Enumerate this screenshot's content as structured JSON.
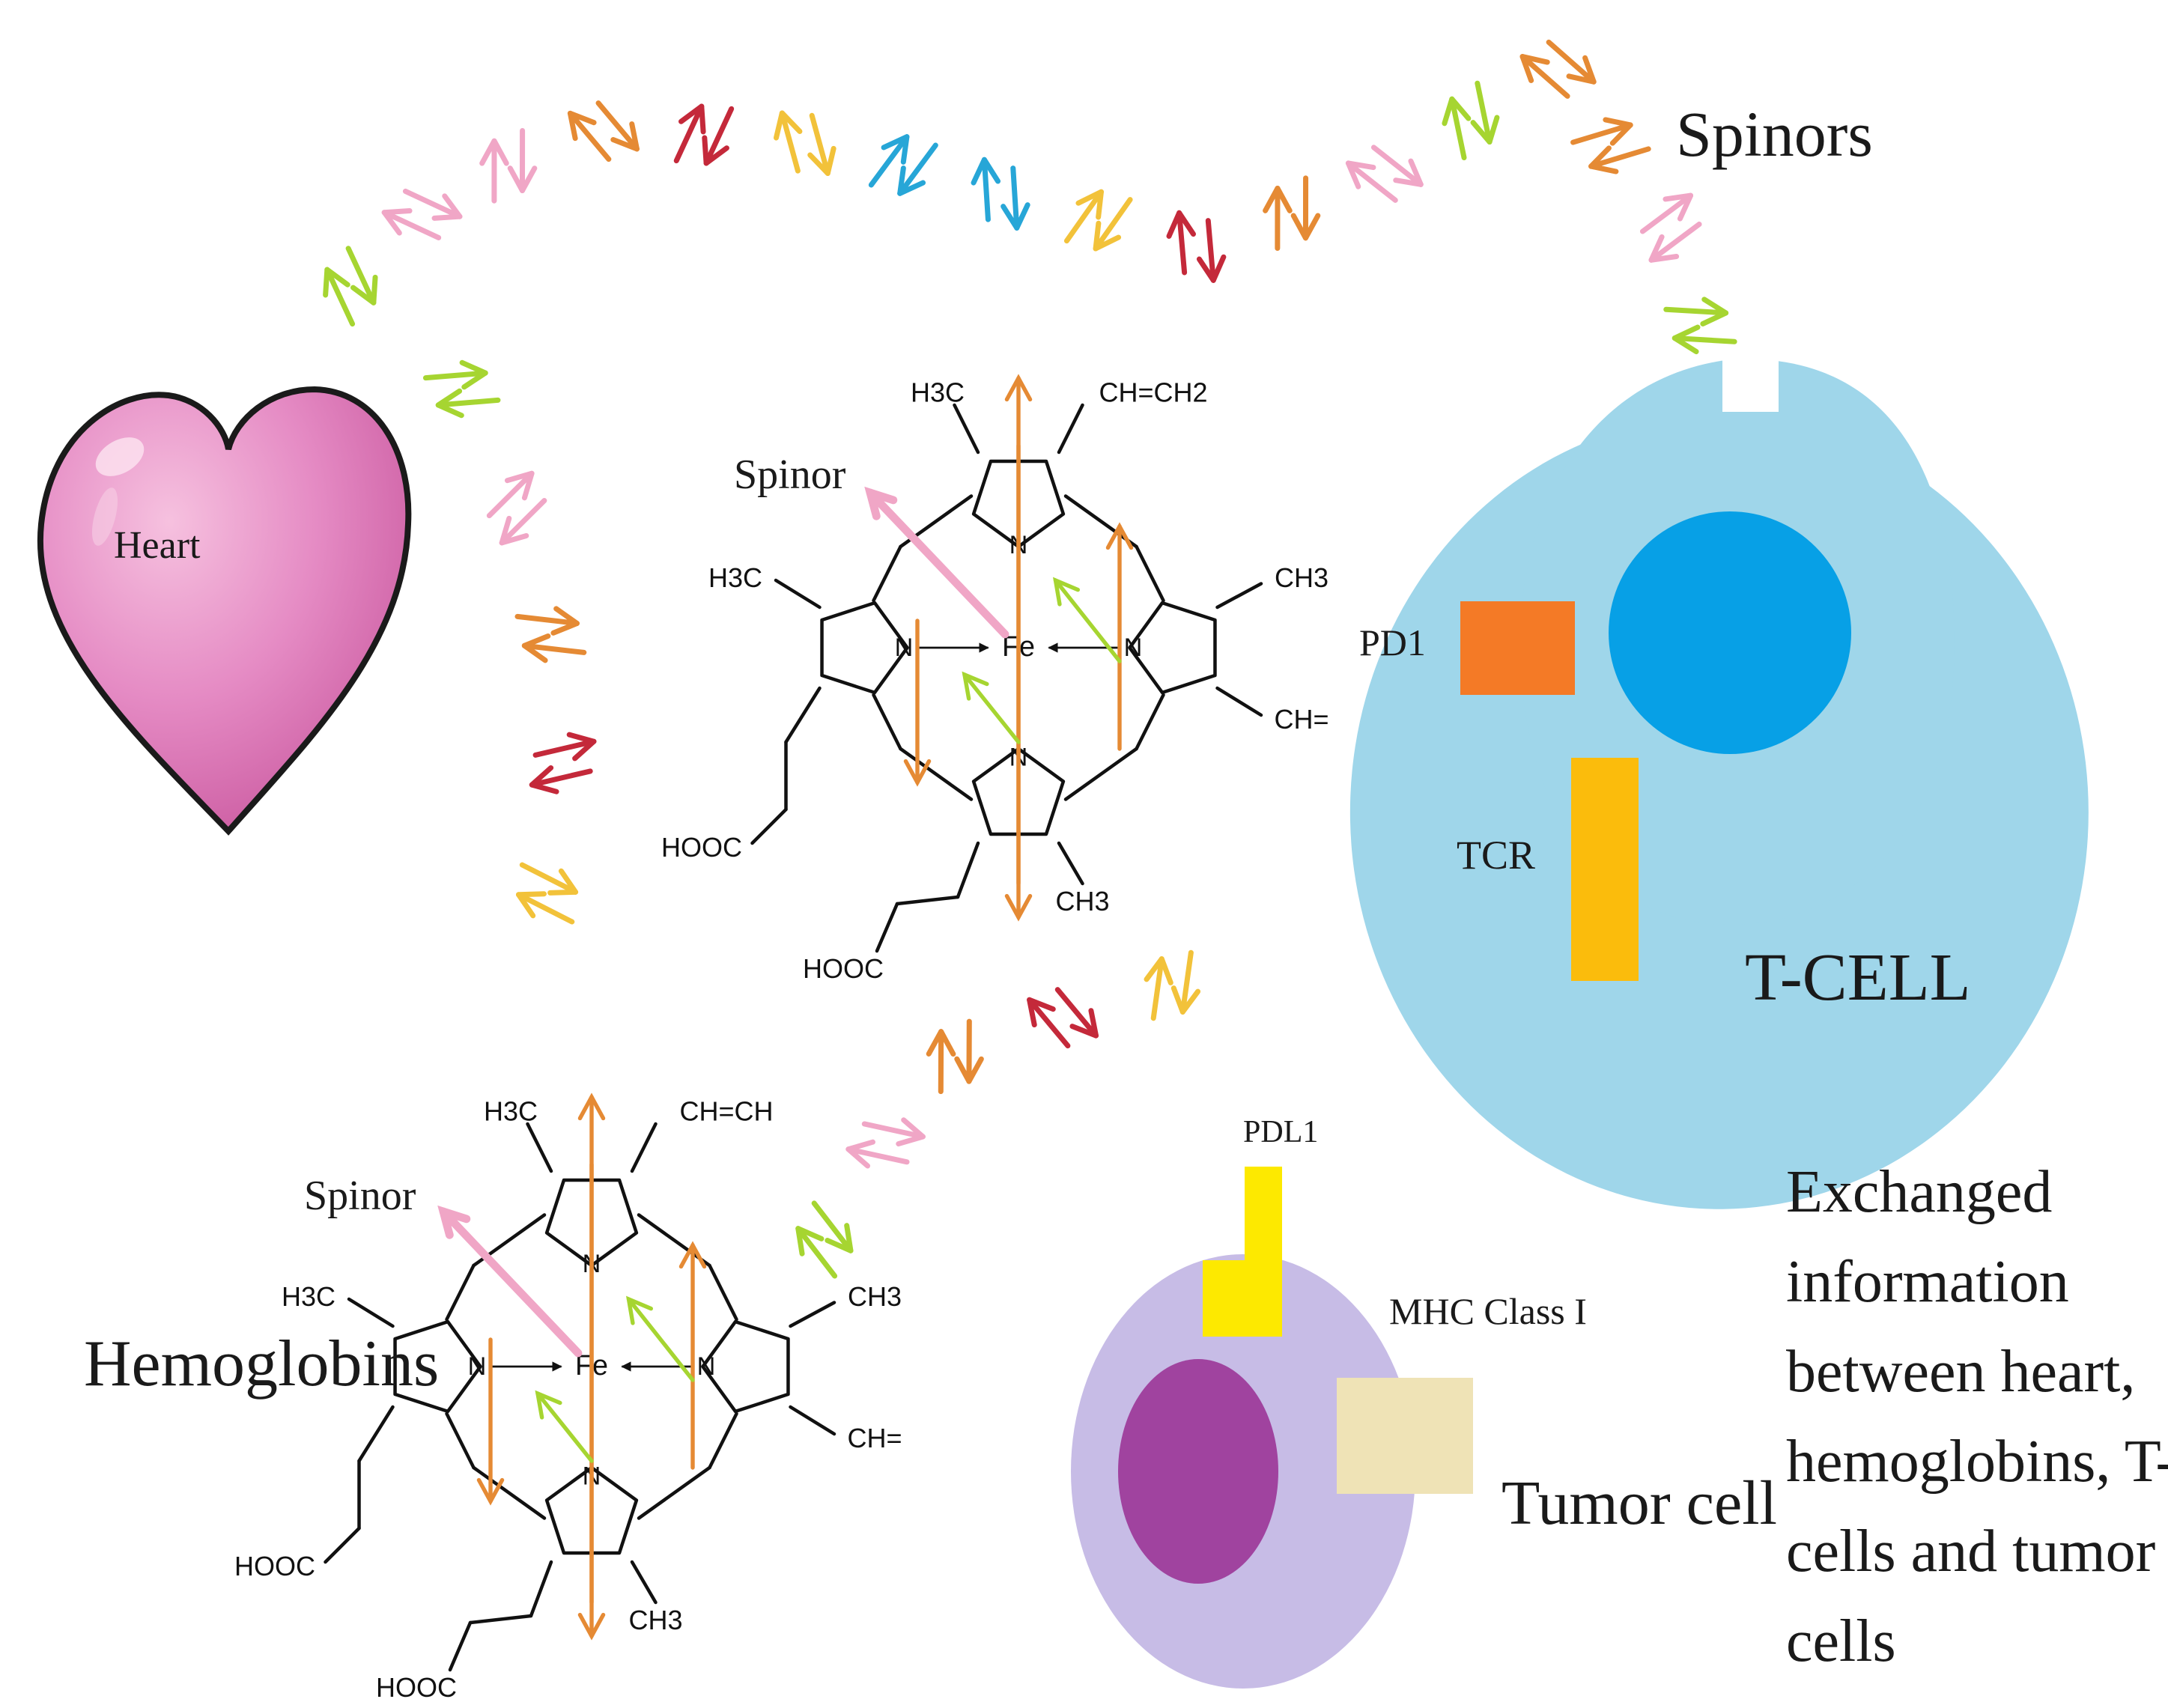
{
  "labels": {
    "heart": "Heart",
    "spinors": "Spinors",
    "spinor": "Spinor",
    "hemoglobins": "Hemoglobins",
    "pd1": "PD1",
    "tcr": "TCR",
    "tcell": "T-CELL",
    "pdl1": "PDL1",
    "mhc": "MHC Class I",
    "tumor": "Tumor cell",
    "caption": [
      "Exchanged",
      "information",
      "between heart,",
      "hemoglobins, T-",
      "cells and tumor",
      "cells"
    ]
  },
  "chem": {
    "h3c": "H3C",
    "ch3": "CH3",
    "vinyl_top": "CH=CH2",
    "vinyl_bottom": "CH=CH",
    "ch_eq": "CH=",
    "hooc": "HOOC",
    "n": "N",
    "fe": "Fe"
  },
  "colors": {
    "heart": "#e58bc4",
    "tcell_outer": "#9fd6ea",
    "tcell_nucleus": "#07a0e6",
    "pd1": "#f47a26",
    "tcr": "#fbbc0c",
    "tumor_outer": "#c7bce6",
    "tumor_nucleus": "#a0439f",
    "pdl1": "#fde900",
    "mhc": "#efe3b6",
    "green": "#a6d531",
    "pink": "#f0a6c6",
    "orange": "#e58a34",
    "red": "#c4293a",
    "yellow": "#f2c23a",
    "blue": "#27a6d7"
  }
}
